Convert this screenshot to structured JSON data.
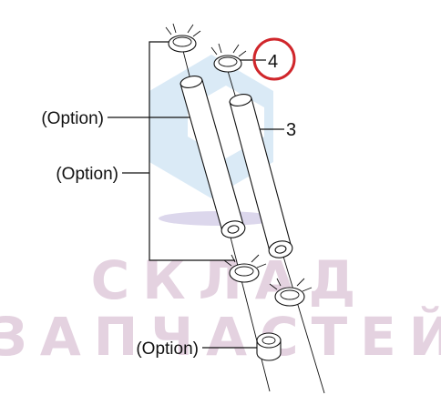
{
  "labels": {
    "option_1": "(Option)",
    "option_2": "(Option)",
    "option_3": "(Option)",
    "part_3": "3",
    "part_4": "4"
  },
  "watermark": {
    "line_1": "СКЛАД",
    "line_2": "ЗАПЧАСТЕЙ"
  },
  "colors": {
    "highlight_circle": "#d0262b",
    "watermark_text": "#e4d2e0",
    "watermark_logo": "#d6e8f6",
    "watermark_logo_shadow": "#d9d3ea",
    "line": "#111111"
  }
}
